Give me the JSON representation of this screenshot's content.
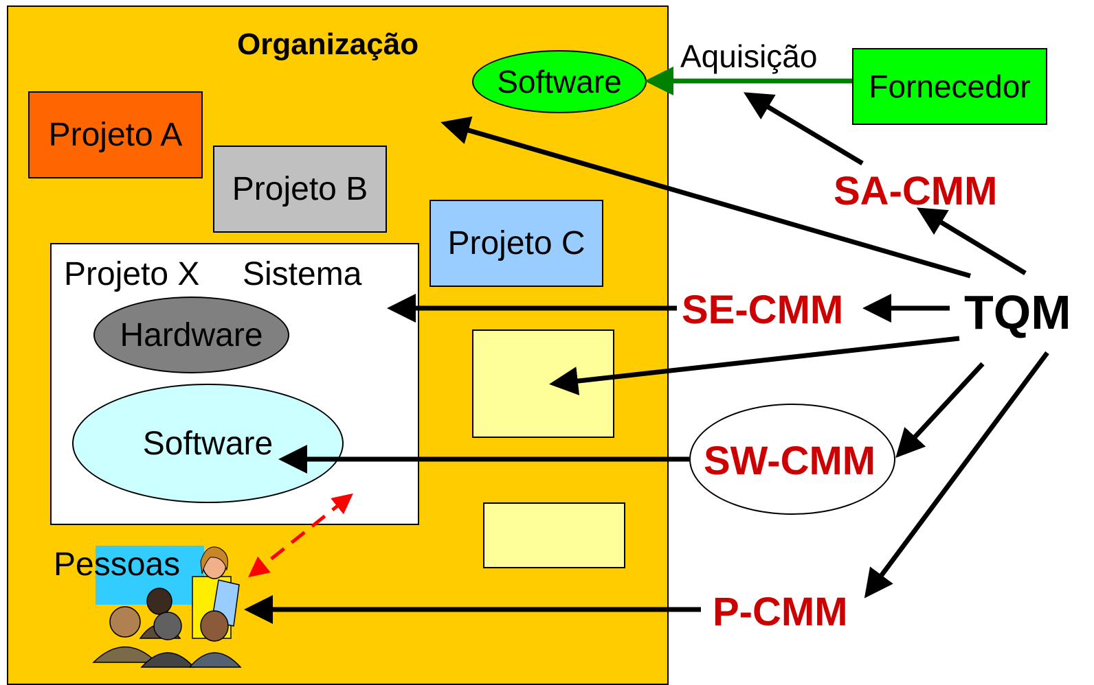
{
  "organization": {
    "title": "Organização"
  },
  "projects": {
    "a": "Projeto A",
    "b": "Projeto B",
    "c": "Projeto C",
    "x": "Projeto X",
    "sistema": "Sistema"
  },
  "components": {
    "hardware": "Hardware",
    "software_inner": "Software",
    "software_acquired": "Software"
  },
  "supplier": {
    "acquisition_label": "Aquisição",
    "name": "Fornecedor"
  },
  "models": {
    "sa": "SA-CMM",
    "se": "SE-CMM",
    "sw": "SW-CMM",
    "p": "P-CMM",
    "tqm": "TQM"
  },
  "people": {
    "label": "Pessoas"
  },
  "colors": {
    "organization": "#FFCC00",
    "project_a": "#FF6600",
    "project_b": "#C0C0C0",
    "project_c": "#99CCFF",
    "hardware": "#808080",
    "software_inner": "#CCFFFF",
    "software_acquired": "#00FF00",
    "supplier": "#00FF00",
    "acquisition_arrow": "#008000",
    "model_text": "#CC0000",
    "people_arrow": "#FF0000"
  }
}
